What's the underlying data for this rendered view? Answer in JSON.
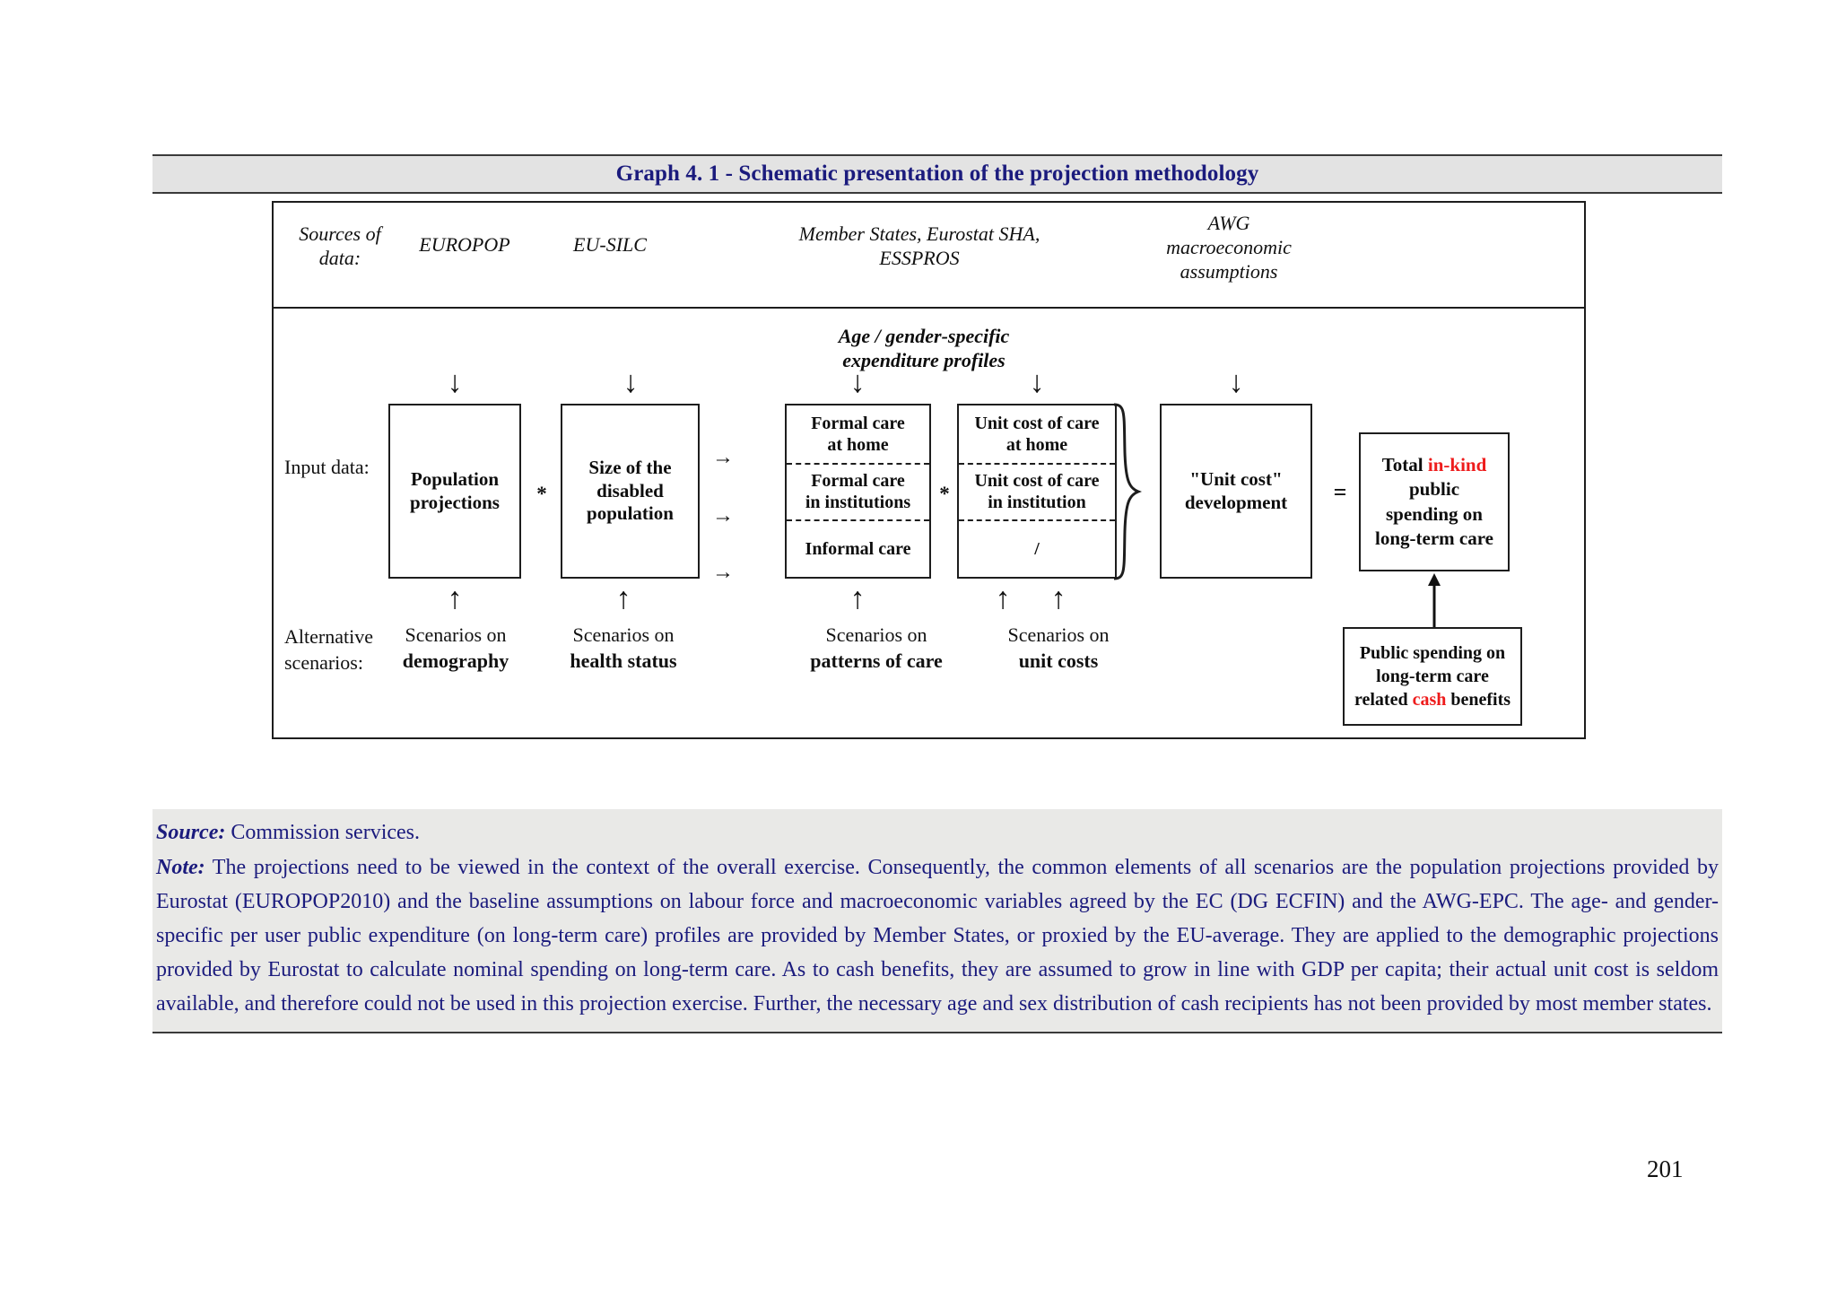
{
  "title": {
    "text": "Graph 4. 1 - Schematic presentation of the projection methodology",
    "color": "#1b1b7d"
  },
  "diagram": {
    "sources_row": {
      "row_label": "Sources of\ndata:",
      "items": [
        {
          "label": "EUROPOP"
        },
        {
          "label": "EU-SILC"
        },
        {
          "label": "Member States, Eurostat SHA,\nESSPROS"
        },
        {
          "label": "AWG\nmacroeconomic\nassumptions"
        }
      ]
    },
    "profiles_caption": "Age / gender-specific\nexpenditure profiles",
    "input_row_label": "Input data:",
    "alt_scenarios_label": "Alternative\nscenarios:",
    "boxes": {
      "population": "Population\nprojections",
      "disabled": "Size of the\ndisabled\npopulation",
      "care_cells": [
        "Formal care\nat home",
        "Formal care\nin institutions",
        "Informal care"
      ],
      "unit_cost_cells": [
        "Unit cost of care\nat home",
        "Unit cost of care\nin institution",
        "/"
      ],
      "unit_cost_development": "\"Unit cost\"\ndevelopment",
      "total": {
        "line1_prefix": "Total ",
        "line1_highlight": "in-kind",
        "rest": "public\nspending on\nlong-term care",
        "highlight_color": "#ee1c1c"
      },
      "cash": {
        "line1": "Public spending on",
        "line2": "long-term care",
        "line3_prefix": "related ",
        "line3_highlight": "cash",
        "line3_suffix": " benefits",
        "highlight_color": "#ee1c1c"
      }
    },
    "operators": {
      "star1": "*",
      "star2": "*",
      "equals": "="
    },
    "arrow_glyphs": {
      "down": "↓",
      "up": "↑",
      "right": "→"
    },
    "scenarios": [
      {
        "top": "Scenarios on",
        "bottom": "demography"
      },
      {
        "top": "Scenarios on",
        "bottom": "health status"
      },
      {
        "top": "Scenarios on",
        "bottom": "patterns of care"
      },
      {
        "top": "Scenarios on",
        "bottom": "unit costs"
      }
    ]
  },
  "footer": {
    "source_lead": "Source:",
    "source_text": " Commission services.",
    "note_lead": "Note:",
    "note_text": " The projections need to be viewed in the context of the overall exercise. Consequently, the common elements of all scenarios are the population projections provided by Eurostat (EUROPOP2010) and the baseline assumptions on labour force and macroeconomic variables agreed by the EC (DG ECFIN) and the AWG-EPC. The age- and gender-specific per user public expenditure (on long-term care) profiles are provided by Member States, or proxied by the EU-average. They are applied to the demographic projections provided by Eurostat to calculate nominal spending on long-term care. As to cash benefits, they are assumed to grow in line with GDP per capita; their actual unit cost is seldom available, and therefore could not be used in this projection exercise. Further, the necessary age and sex distribution of cash recipients has not been provided by most member states."
  },
  "page_number": "201"
}
